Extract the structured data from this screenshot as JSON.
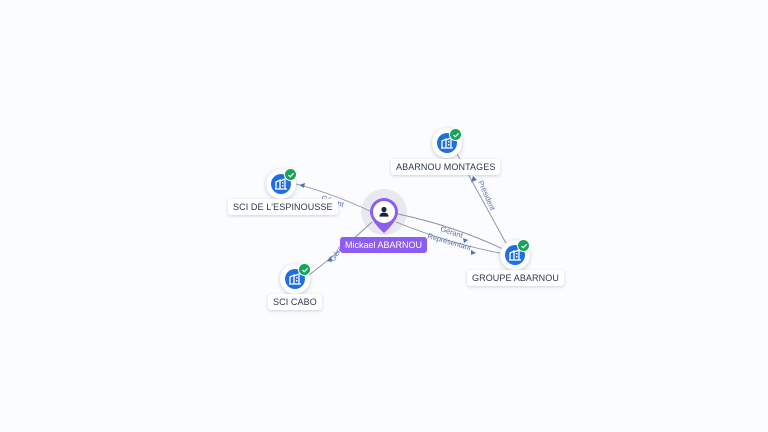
{
  "person": {
    "name": "Mickael ABARNOU",
    "icon": "user-icon"
  },
  "companies": [
    {
      "id": "abarnou-montages",
      "name": "ABARNOU MONTAGES",
      "icon": "building-icon",
      "status": "verified-check-icon"
    },
    {
      "id": "sci-espinousse",
      "name": "SCI DE L'ESPINOUSSE",
      "icon": "building-icon",
      "status": "verified-check-icon"
    },
    {
      "id": "sci-cabo",
      "name": "SCI CABO",
      "icon": "building-icon",
      "status": "verified-check-icon"
    },
    {
      "id": "groupe-abarnou",
      "name": "GROUPE ABARNOU",
      "icon": "building-icon",
      "status": "verified-check-icon"
    }
  ],
  "relations": [
    {
      "from": "person",
      "to": "sci-espinousse",
      "label": "Gérant"
    },
    {
      "from": "person",
      "to": "sci-cabo",
      "label": "Gérant"
    },
    {
      "from": "person",
      "to": "groupe-abarnou",
      "label": "Gérant"
    },
    {
      "from": "person",
      "to": "groupe-abarnou",
      "label": "Représentant"
    },
    {
      "from": "groupe-abarnou",
      "to": "abarnou-montages",
      "label": "Président"
    }
  ],
  "colors": {
    "person_accent": "#8d5cf5",
    "company_icon": "#1f6fe0",
    "status_ok": "#16a35a",
    "edge": "#8a90a2",
    "edge_label": "#5b6fb5"
  }
}
